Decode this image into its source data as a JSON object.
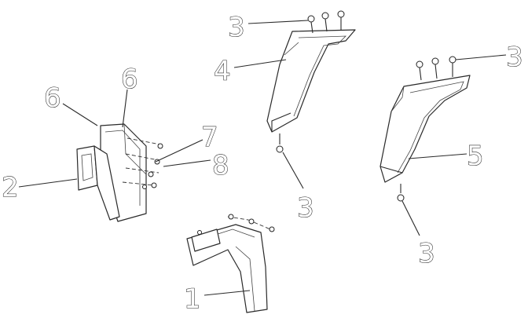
{
  "callouts": [
    {
      "id": "c1",
      "text": "1"
    },
    {
      "id": "c2",
      "text": "2"
    },
    {
      "id": "c3a",
      "text": "3"
    },
    {
      "id": "c3b",
      "text": "3"
    },
    {
      "id": "c3c",
      "text": "3"
    },
    {
      "id": "c3d",
      "text": "3"
    },
    {
      "id": "c4",
      "text": "4"
    },
    {
      "id": "c5",
      "text": "5"
    },
    {
      "id": "c6a",
      "text": "6"
    },
    {
      "id": "c6b",
      "text": "6"
    },
    {
      "id": "c7",
      "text": "7"
    },
    {
      "id": "c8",
      "text": "8"
    }
  ],
  "colors": {
    "line": "#2a2a2a",
    "background": "#ffffff"
  }
}
